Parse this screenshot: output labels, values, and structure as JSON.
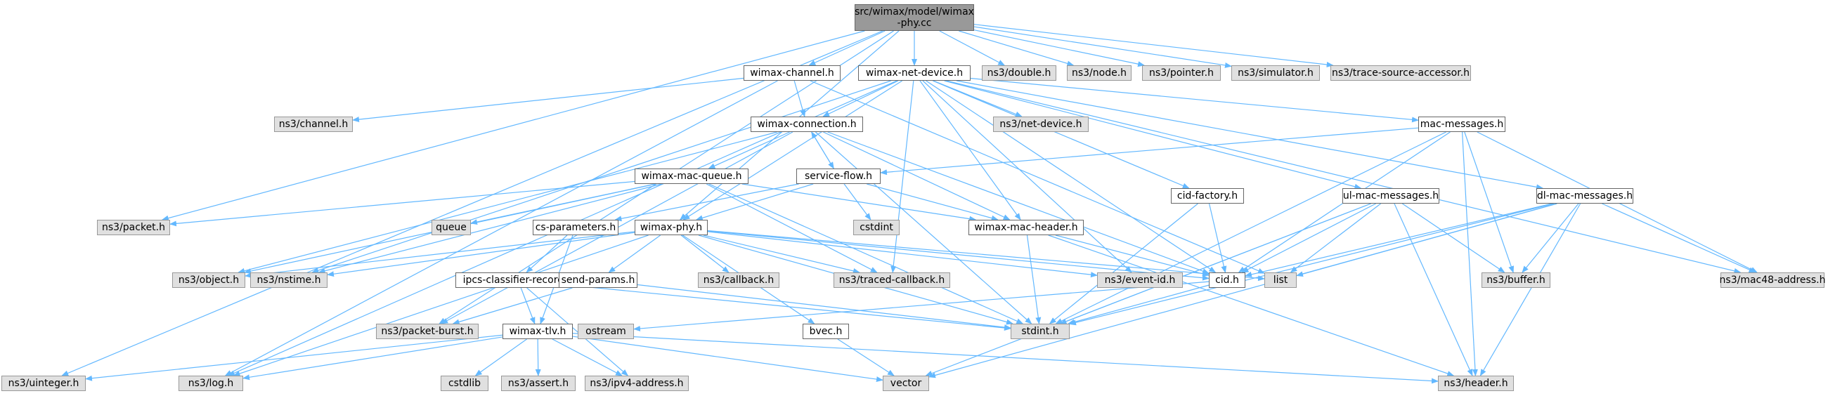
{
  "edge_color": "#63b8ff",
  "root": {
    "line1": "src/wimax/model/wimax",
    "line2": "-phy.cc"
  },
  "nodes": {
    "wimax_channel_h": "wimax-channel.h",
    "wimax_net_device_h": "wimax-net-device.h",
    "ns3_double_h": "ns3/double.h",
    "ns3_node_h": "ns3/node.h",
    "ns3_pointer_h": "ns3/pointer.h",
    "ns3_simulator_h": "ns3/simulator.h",
    "ns3_trace_source_accessor_h": "ns3/trace-source-accessor.h",
    "ns3_channel_h": "ns3/channel.h",
    "wimax_connection_h": "wimax-connection.h",
    "ns3_net_device_h": "ns3/net-device.h",
    "mac_messages_h": "mac-messages.h",
    "wimax_mac_queue_h": "wimax-mac-queue.h",
    "service_flow_h": "service-flow.h",
    "dl_mac_messages_h": "dl-mac-messages.h",
    "ul_mac_messages_h": "ul-mac-messages.h",
    "cid_factory_h": "cid-factory.h",
    "ns3_packet_h": "ns3/packet.h",
    "queue": "queue",
    "cstdint": "cstdint",
    "cs_parameters_h": "cs-parameters.h",
    "wimax_phy_h": "wimax-phy.h",
    "wimax_mac_header_h": "wimax-mac-header.h",
    "ns3_object_h": "ns3/object.h",
    "ns3_nstime_h": "ns3/nstime.h",
    "ns3_callback_h": "ns3/callback.h",
    "ns3_traced_callback_h": "ns3/traced-callback.h",
    "ns3_event_id_h": "ns3/event-id.h",
    "cid_h": "cid.h",
    "list": "list",
    "ns3_buffer_h": "ns3/buffer.h",
    "ns3_mac48_address_h": "ns3/mac48-address.h",
    "ipcs_classifier_record_h": "ipcs-classifier-record.h",
    "send_params_h": "send-params.h",
    "ns3_packet_burst_h": "ns3/packet-burst.h",
    "wimax_tlv_h": "wimax-tlv.h",
    "ostream": "ostream",
    "stdint_h": "stdint.h",
    "bvec_h": "bvec.h",
    "ns3_uinteger_h": "ns3/uinteger.h",
    "ns3_log_h": "ns3/log.h",
    "cstdlib": "cstdlib",
    "ns3_assert_h": "ns3/assert.h",
    "ns3_ipv4_address_h": "ns3/ipv4-address.h",
    "vector": "vector",
    "ns3_header_h": "ns3/header.h"
  },
  "edges": [
    [
      "root",
      "wimax_channel_h"
    ],
    [
      "root",
      "wimax_net_device_h"
    ],
    [
      "root",
      "ns3_double_h"
    ],
    [
      "root",
      "ns3_node_h"
    ],
    [
      "root",
      "ns3_pointer_h"
    ],
    [
      "root",
      "ns3_simulator_h"
    ],
    [
      "root",
      "ns3_trace_source_accessor_h"
    ],
    [
      "root",
      "ns3_packet_h"
    ],
    [
      "root",
      "wimax_phy_h"
    ],
    [
      "root",
      "ns3_uinteger_h"
    ],
    [
      "root",
      "ns3_packet_burst_h"
    ],
    [
      "wimax_channel_h",
      "ns3_channel_h"
    ],
    [
      "wimax_channel_h",
      "wimax_connection_h"
    ],
    [
      "wimax_channel_h",
      "ns3_log_h"
    ],
    [
      "wimax_channel_h",
      "list"
    ],
    [
      "wimax_net_device_h",
      "wimax_connection_h"
    ],
    [
      "wimax_net_device_h",
      "ns3_net_device_h"
    ],
    [
      "wimax_net_device_h",
      "mac_messages_h"
    ],
    [
      "wimax_net_device_h",
      "dl_mac_messages_h"
    ],
    [
      "wimax_net_device_h",
      "ul_mac_messages_h"
    ],
    [
      "wimax_net_device_h",
      "cid_factory_h"
    ],
    [
      "wimax_net_device_h",
      "wimax_phy_h"
    ],
    [
      "wimax_net_device_h",
      "ns3_event_id_h"
    ],
    [
      "wimax_net_device_h",
      "ns3_traced_callback_h"
    ],
    [
      "wimax_net_device_h",
      "ns3_nstime_h"
    ],
    [
      "wimax_net_device_h",
      "ns3_log_h"
    ],
    [
      "wimax_net_device_h",
      "cid_h"
    ],
    [
      "wimax_net_device_h",
      "ns3_mac48_address_h"
    ],
    [
      "wimax_net_device_h",
      "wimax_mac_header_h"
    ],
    [
      "wimax_connection_h",
      "wimax_mac_queue_h"
    ],
    [
      "wimax_connection_h",
      "service_flow_h"
    ],
    [
      "wimax_connection_h",
      "wimax_mac_header_h"
    ],
    [
      "wimax_connection_h",
      "ns3_object_h"
    ],
    [
      "wimax_connection_h",
      "cid_h"
    ],
    [
      "wimax_connection_h",
      "stdint_h"
    ],
    [
      "wimax_connection_h",
      "ns3_packet_burst_h"
    ],
    [
      "mac_messages_h",
      "service_flow_h"
    ],
    [
      "mac_messages_h",
      "cid_h"
    ],
    [
      "mac_messages_h",
      "ns3_buffer_h"
    ],
    [
      "mac_messages_h",
      "stdint_h"
    ],
    [
      "mac_messages_h",
      "ns3_header_h"
    ],
    [
      "mac_messages_h",
      "ns3_mac48_address_h"
    ],
    [
      "wimax_mac_queue_h",
      "ns3_packet_h"
    ],
    [
      "wimax_mac_queue_h",
      "queue"
    ],
    [
      "wimax_mac_queue_h",
      "wimax_mac_header_h"
    ],
    [
      "wimax_mac_queue_h",
      "ns3_object_h"
    ],
    [
      "wimax_mac_queue_h",
      "ns3_nstime_h"
    ],
    [
      "wimax_mac_queue_h",
      "ns3_traced_callback_h"
    ],
    [
      "wimax_mac_queue_h",
      "stdint_h"
    ],
    [
      "service_flow_h",
      "wimax_connection_h"
    ],
    [
      "service_flow_h",
      "cstdint"
    ],
    [
      "service_flow_h",
      "cs_parameters_h"
    ],
    [
      "service_flow_h",
      "wimax_phy_h"
    ],
    [
      "service_flow_h",
      "wimax_mac_header_h"
    ],
    [
      "dl_mac_messages_h",
      "cid_h"
    ],
    [
      "dl_mac_messages_h",
      "ns3_buffer_h"
    ],
    [
      "dl_mac_messages_h",
      "ns3_mac48_address_h"
    ],
    [
      "dl_mac_messages_h",
      "list"
    ],
    [
      "dl_mac_messages_h",
      "stdint_h"
    ],
    [
      "dl_mac_messages_h",
      "vector"
    ],
    [
      "dl_mac_messages_h",
      "ns3_header_h"
    ],
    [
      "ul_mac_messages_h",
      "cid_h"
    ],
    [
      "ul_mac_messages_h",
      "list"
    ],
    [
      "ul_mac_messages_h",
      "ns3_buffer_h"
    ],
    [
      "ul_mac_messages_h",
      "stdint_h"
    ],
    [
      "ul_mac_messages_h",
      "vector"
    ],
    [
      "ul_mac_messages_h",
      "ns3_header_h"
    ],
    [
      "cid_factory_h",
      "cid_h"
    ],
    [
      "cid_factory_h",
      "stdint_h"
    ],
    [
      "cs_parameters_h",
      "ipcs_classifier_record_h"
    ],
    [
      "cs_parameters_h",
      "wimax_tlv_h"
    ],
    [
      "wimax_phy_h",
      "ns3_object_h"
    ],
    [
      "wimax_phy_h",
      "ns3_nstime_h"
    ],
    [
      "wimax_phy_h",
      "send_params_h"
    ],
    [
      "wimax_phy_h",
      "ns3_callback_h"
    ],
    [
      "wimax_phy_h",
      "ns3_traced_callback_h"
    ],
    [
      "wimax_phy_h",
      "ns3_event_id_h"
    ],
    [
      "wimax_phy_h",
      "cid_h"
    ],
    [
      "wimax_phy_h",
      "list"
    ],
    [
      "wimax_phy_h",
      "bvec_h"
    ],
    [
      "wimax_phy_h",
      "stdint_h"
    ],
    [
      "wimax_phy_h",
      "ns3_log_h"
    ],
    [
      "wimax_mac_header_h",
      "cid_h"
    ],
    [
      "wimax_mac_header_h",
      "stdint_h"
    ],
    [
      "wimax_mac_header_h",
      "ns3_header_h"
    ],
    [
      "ipcs_classifier_record_h",
      "wimax_tlv_h"
    ],
    [
      "ipcs_classifier_record_h",
      "ns3_ipv4_address_h"
    ],
    [
      "ipcs_classifier_record_h",
      "stdint_h"
    ],
    [
      "send_params_h",
      "ns3_packet_burst_h"
    ],
    [
      "send_params_h",
      "stdint_h"
    ],
    [
      "cid_h",
      "ostream"
    ],
    [
      "cid_h",
      "stdint_h"
    ],
    [
      "bvec_h",
      "vector"
    ],
    [
      "wimax_tlv_h",
      "ns3_uinteger_h"
    ],
    [
      "wimax_tlv_h",
      "ns3_log_h"
    ],
    [
      "wimax_tlv_h",
      "cstdlib"
    ],
    [
      "wimax_tlv_h",
      "ns3_assert_h"
    ],
    [
      "wimax_tlv_h",
      "ns3_ipv4_address_h"
    ],
    [
      "wimax_tlv_h",
      "vector"
    ],
    [
      "wimax_tlv_h",
      "ns3_header_h"
    ]
  ]
}
